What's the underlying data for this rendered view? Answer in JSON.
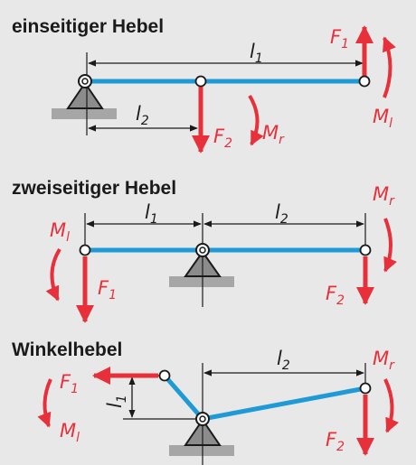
{
  "colors": {
    "background": "#e8e8e8",
    "beam": "#1e9ad6",
    "force": "#e8303a",
    "ink": "#1a1a1a",
    "support": "#8c8c8c",
    "ground": "#a6a6a6"
  },
  "sections": {
    "one_sided": {
      "title": "einseitiger Hebel",
      "l1": {
        "base": "l",
        "sub": "1"
      },
      "l2": {
        "base": "l",
        "sub": "2"
      },
      "F1": {
        "base": "F",
        "sub": "1"
      },
      "F2": {
        "base": "F",
        "sub": "2"
      },
      "Ml": {
        "base": "M",
        "sub": "l"
      },
      "Mr": {
        "base": "M",
        "sub": "r"
      }
    },
    "two_sided": {
      "title": "zweiseitiger Hebel",
      "l1": {
        "base": "l",
        "sub": "1"
      },
      "l2": {
        "base": "l",
        "sub": "2"
      },
      "F1": {
        "base": "F",
        "sub": "1"
      },
      "F2": {
        "base": "F",
        "sub": "2"
      },
      "Ml": {
        "base": "M",
        "sub": "l"
      },
      "Mr": {
        "base": "M",
        "sub": "r"
      }
    },
    "angle": {
      "title": "Winkelhebel",
      "l1": {
        "base": "l",
        "sub": "1"
      },
      "l2": {
        "base": "l",
        "sub": "2"
      },
      "F1": {
        "base": "F",
        "sub": "1"
      },
      "F2": {
        "base": "F",
        "sub": "2"
      },
      "Ml": {
        "base": "M",
        "sub": "l"
      },
      "Mr": {
        "base": "M",
        "sub": "r"
      }
    }
  }
}
